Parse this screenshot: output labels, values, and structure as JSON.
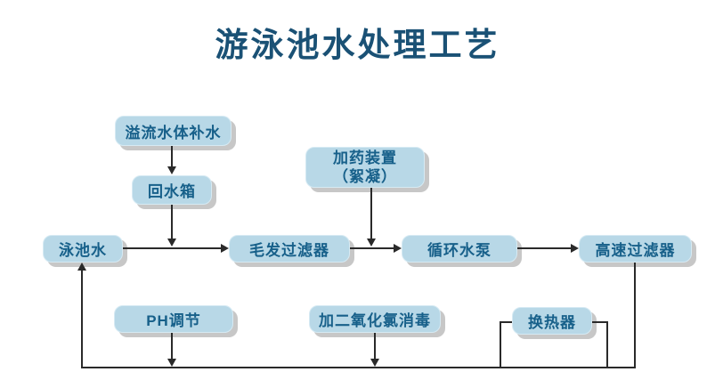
{
  "title": "游泳池水处理工艺",
  "nodes": {
    "overflow_makeup": {
      "label": "溢流水体补水"
    },
    "return_tank": {
      "label": "回水箱"
    },
    "dosing_device": {
      "line1": "加药装置",
      "line2": "（絮凝）"
    },
    "pool_water": {
      "label": "泳池水"
    },
    "hair_filter": {
      "label": "毛发过滤器"
    },
    "circulation_pump": {
      "label": "循环水泵"
    },
    "high_speed_filter": {
      "label": "高速过滤器"
    },
    "ph_adjust": {
      "label": "PH调节"
    },
    "chlorine_dioxide": {
      "label": "加二氧化氯消毒"
    },
    "heat_exchanger": {
      "label": "换热器"
    }
  },
  "edges": [
    {
      "from": "overflow_makeup",
      "to": "return_tank"
    },
    {
      "from": "return_tank",
      "to": "pool_to_hair_line"
    },
    {
      "from": "dosing_device",
      "to": "hair_to_pump_line"
    },
    {
      "from": "pool_water",
      "to": "hair_filter"
    },
    {
      "from": "hair_filter",
      "to": "circulation_pump"
    },
    {
      "from": "circulation_pump",
      "to": "high_speed_filter"
    },
    {
      "from": "high_speed_filter",
      "to": "bottom_return_line"
    },
    {
      "from": "ph_adjust",
      "to": "bottom_return_line"
    },
    {
      "from": "chlorine_dioxide",
      "to": "bottom_return_line"
    },
    {
      "from": "heat_exchanger",
      "to": "bottom_return_line",
      "note": "parallel-bypass"
    },
    {
      "from": "bottom_return_line",
      "to": "pool_water"
    }
  ],
  "colors": {
    "box_fill": "#b8d8e7",
    "box_text": "#17608a",
    "title_text": "#1a5175",
    "line": "#2a2a2a",
    "shadow": "#c7c7c7",
    "bg": "#ffffff"
  }
}
